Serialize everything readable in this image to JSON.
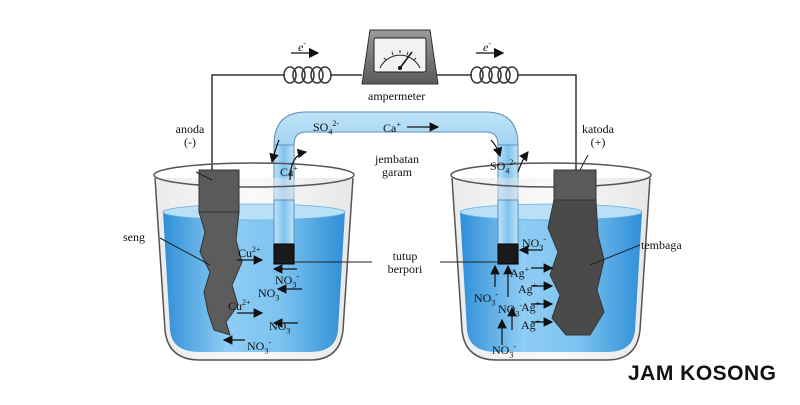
{
  "labels": {
    "ampermeter": "ampermeter",
    "anoda": "anoda",
    "anoda_sign": "(-)",
    "katoda": "katoda",
    "katoda_sign": "(+)",
    "seng": "seng",
    "tembaga": "tembaga",
    "jembatan": "jembatan",
    "garam": "garam",
    "tutup": "tutup",
    "berpori": "berpori"
  },
  "electron": {
    "symbol": "e",
    "charge": "-"
  },
  "ions": {
    "so4": {
      "base": "SO",
      "sub": "4",
      "sup": "2-"
    },
    "ca": {
      "base": "Ca",
      "sup": "+"
    },
    "cu": {
      "base": "Cu",
      "sup": "2+"
    },
    "no3": {
      "base": "NO",
      "sub": "3",
      "sup": "-"
    },
    "ag": {
      "base": "Ag",
      "sup": "+"
    }
  },
  "logo": "JAM KOSONG",
  "colors": {
    "water_light": "#a9d6f5",
    "water_dark": "#2f8fd8",
    "bridge": "#8cc9f0",
    "electrode_zinc": "#555555",
    "electrode_copper": "#444444",
    "wire": "#333333"
  }
}
